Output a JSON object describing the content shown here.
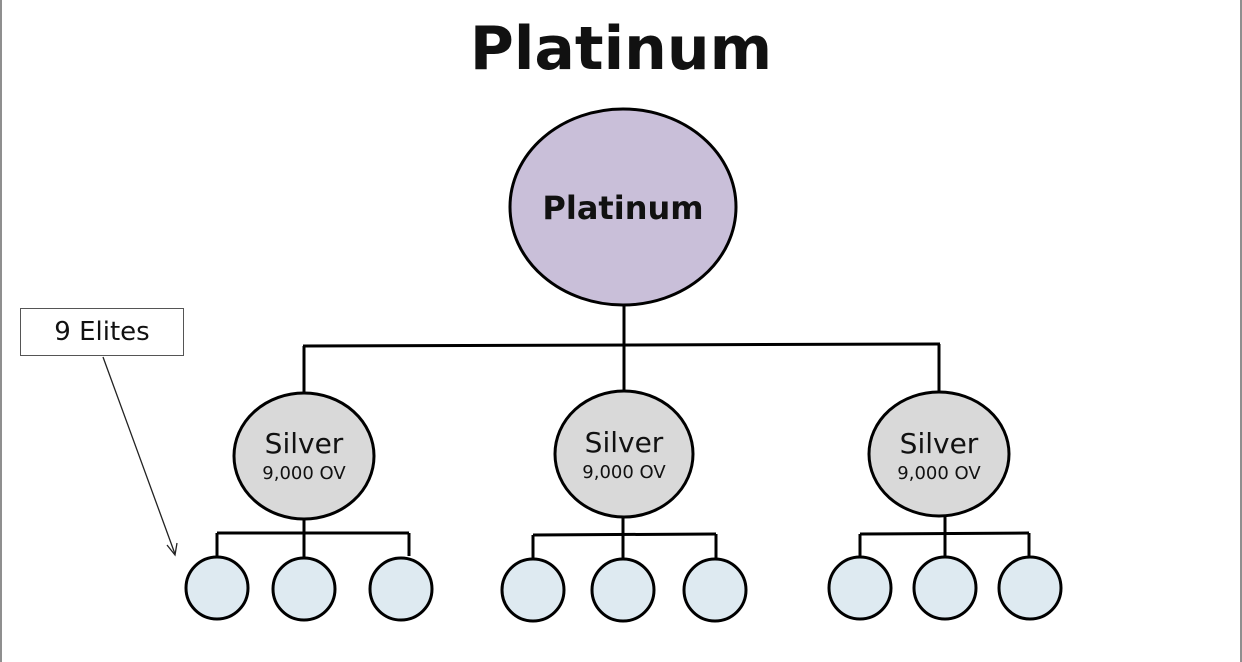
{
  "title": "Platinum",
  "callout": {
    "label": "9 Elites"
  },
  "colors": {
    "root_fill": "#c9bfd9",
    "silver_fill": "#d9d9d9",
    "leaf_fill": "#deeaf1",
    "stroke": "#000000"
  },
  "root": {
    "label": "Platinum"
  },
  "branches": [
    {
      "label": "Silver",
      "volume": "9,000 OV",
      "children": [
        {},
        {},
        {}
      ]
    },
    {
      "label": "Silver",
      "volume": "9,000 OV",
      "children": [
        {},
        {},
        {}
      ]
    },
    {
      "label": "Silver",
      "volume": "9,000 OV",
      "children": [
        {},
        {},
        {}
      ]
    }
  ]
}
